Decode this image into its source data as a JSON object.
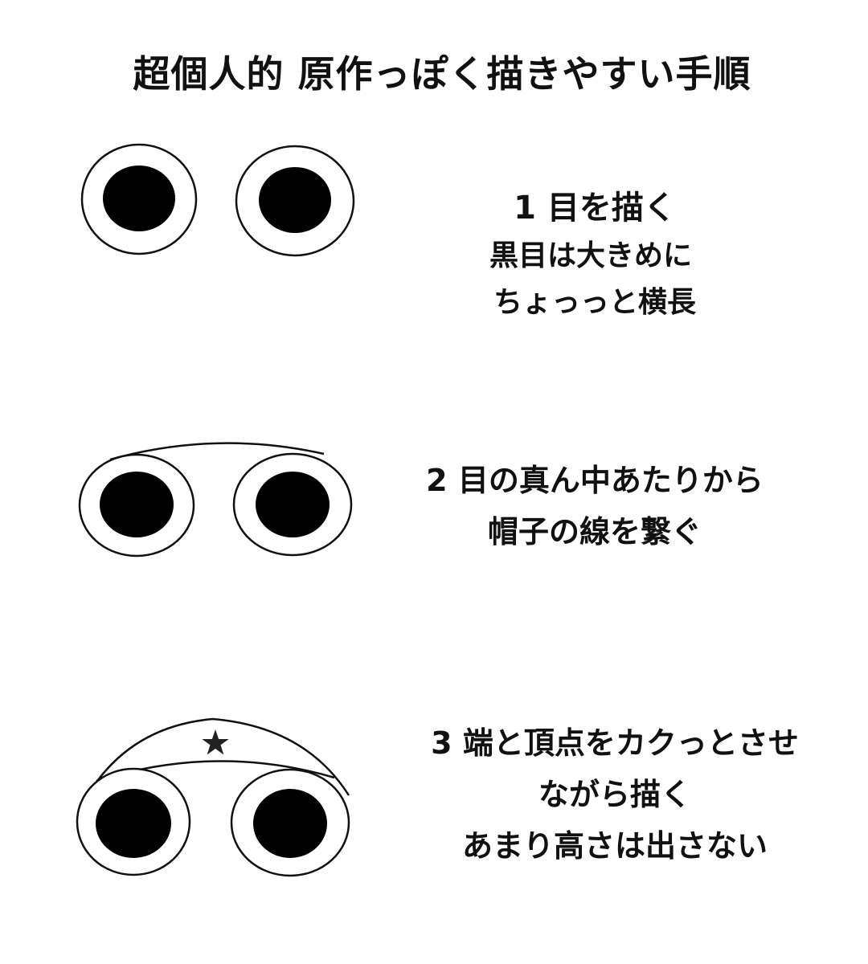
{
  "title": "超個人的 原作っぽく描きやすい手順",
  "steps": [
    {
      "lines": [
        "1 目を描く",
        "黒目は大きめに",
        "ちょっっと横長"
      ]
    },
    {
      "lines": [
        "2 目の真ん中あたりから",
        "帽子の線を繋ぐ"
      ]
    },
    {
      "lines": [
        "3 端と頂点をカクっとさせ",
        "ながら描く",
        "あまり高さは出さない"
      ]
    }
  ],
  "colors": {
    "ink": "#111111",
    "paper": "#ffffff"
  },
  "icons": [
    "star-icon"
  ]
}
